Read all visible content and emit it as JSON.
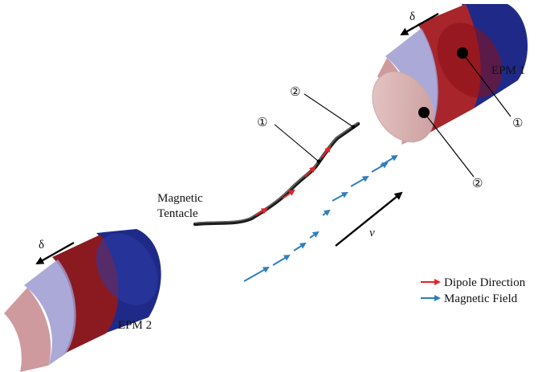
{
  "labels": {
    "epm1": "EPM 1",
    "epm2": "EPM 2",
    "tentacle_line1": "Magnetic",
    "tentacle_line2": "Tentacle",
    "delta_top": "δ",
    "delta_bottom": "δ",
    "velocity": "v",
    "marker1_tentacle": "①",
    "marker2_tentacle": "②",
    "marker1_epm": "①",
    "marker2_epm": "②"
  },
  "legend": [
    {
      "label": "Dipole Direction",
      "color": "#e0242b"
    },
    {
      "label": "Magnetic Field",
      "color": "#2f7fc1"
    }
  ],
  "colors": {
    "magnet_north": "#1f2f9e",
    "magnet_south": "#b81e23",
    "tentacle": "#2a2a2a",
    "dipole_arrow": "#e0242b",
    "field_arrow": "#2f7fc1"
  }
}
